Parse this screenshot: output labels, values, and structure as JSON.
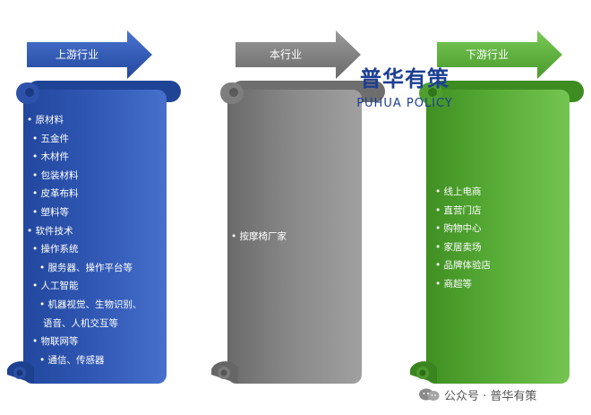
{
  "colors": {
    "upstream": "#2f56b0",
    "industry": "#7a7a7a",
    "downstream": "#59b038",
    "logo": "#1c3f93"
  },
  "arrows": {
    "upstream": "上游行业",
    "industry": "本行业",
    "downstream": "下游行业"
  },
  "upstream_items": [
    "• 原材料",
    "• 五金件",
    "• 木材件",
    "• 包装材料",
    "• 皮革布料",
    "• 塑料等",
    "• 软件技术",
    "• 操作系统",
    "• 服务器、操作平台等",
    "• 人工智能",
    "• 机器视觉、生物识别、",
    "语音、人机交互等",
    "• 物联网等",
    "• 通信、传感器"
  ],
  "industry_items": [
    "• 按摩椅厂家"
  ],
  "downstream_items": [
    "• 线上电商",
    "• 直营门店",
    "• 购物中心",
    "• 家居卖场",
    "• 品牌体验店",
    "• 商超等"
  ],
  "logo": {
    "cn": "普华有策",
    "en": "PUHUA POLICY"
  },
  "watermark": {
    "icon": "wechat-icon",
    "text": "公众号 · 普华有策"
  }
}
